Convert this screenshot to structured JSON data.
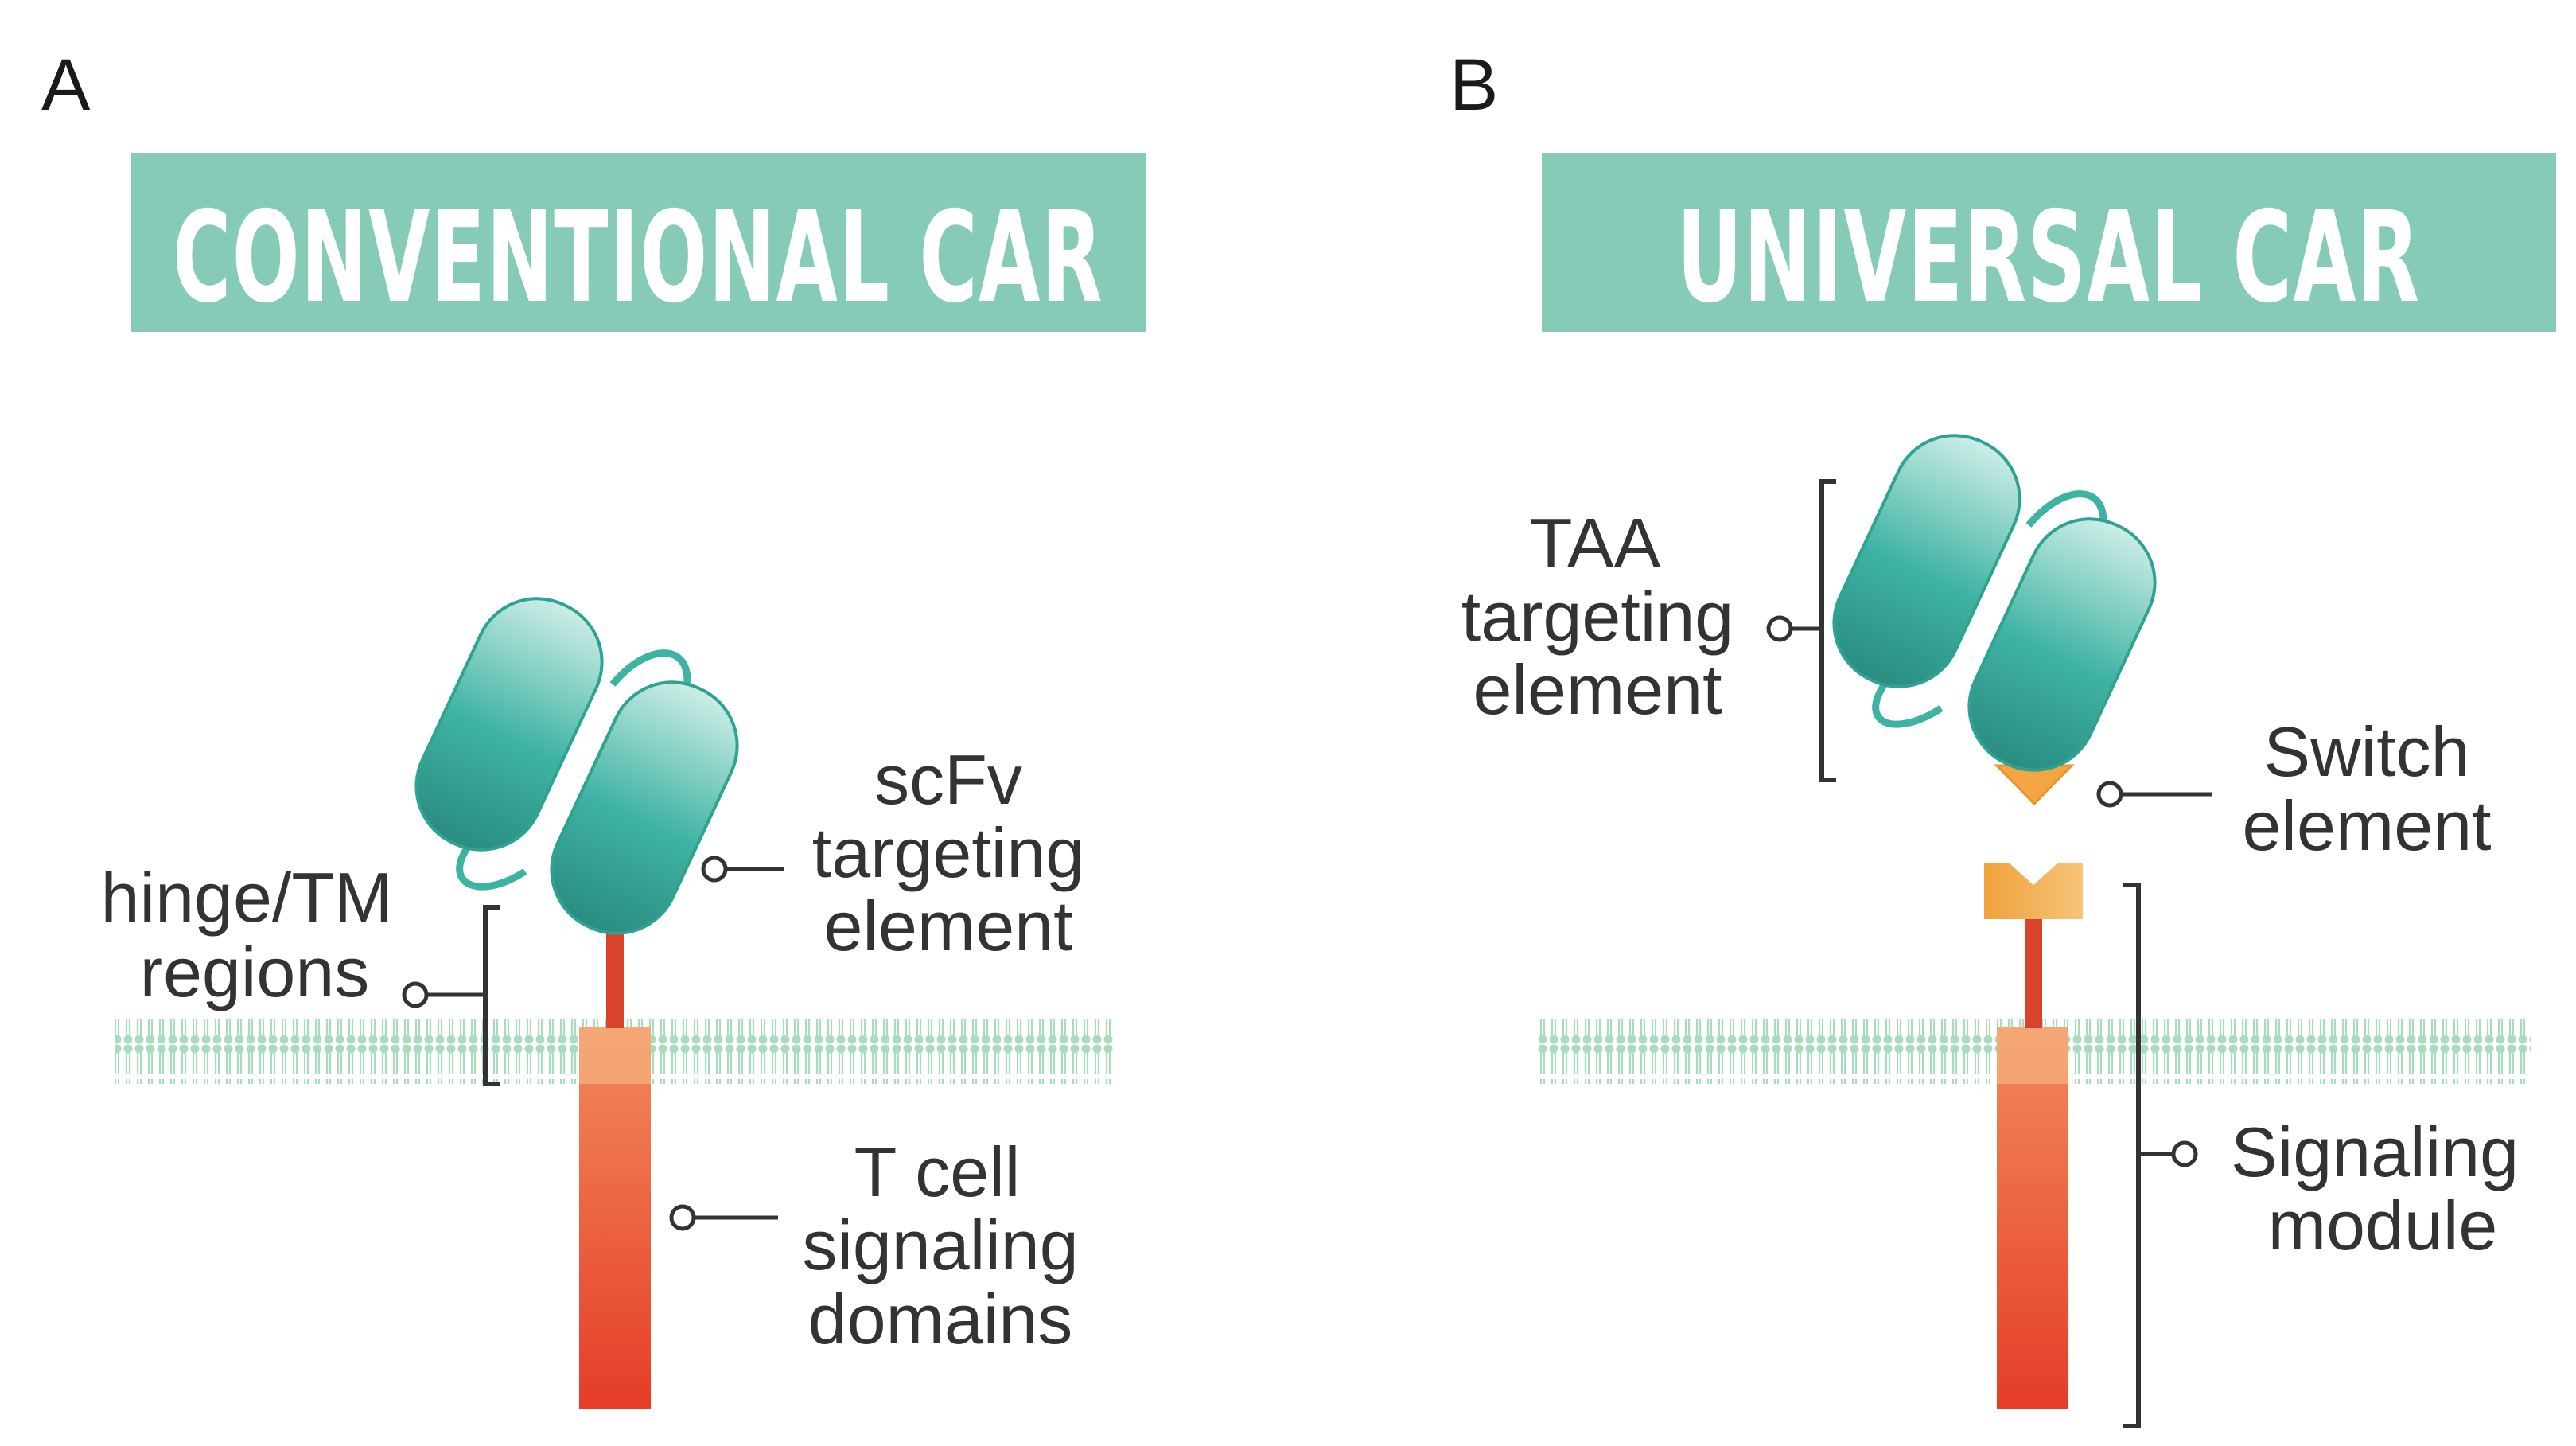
{
  "panel_a": {
    "letter": "A",
    "title": "CONVENTIONAL CAR",
    "labels": {
      "scfv": [
        "scFv",
        "targeting",
        "element"
      ],
      "hinge": [
        "hinge/TM",
        "regions"
      ],
      "signaling": [
        "T cell",
        "signaling",
        "domains"
      ]
    }
  },
  "panel_b": {
    "letter": "B",
    "title": "UNIVERSAL CAR",
    "labels": {
      "taa": [
        "TAA",
        "targeting",
        "element"
      ],
      "switch": [
        "Switch",
        "element"
      ],
      "signaling": [
        "Signaling",
        "module"
      ]
    }
  },
  "colors": {
    "banner": "#86cbb8",
    "scfv_teal": "#3fb3a3",
    "membrane": "#a9dcbf",
    "stalk": "#d8432c",
    "signal_top": "#f28a5a",
    "signal_bottom": "#e53d27",
    "switch_orange": "#f3a642",
    "label_text": "#333333"
  }
}
